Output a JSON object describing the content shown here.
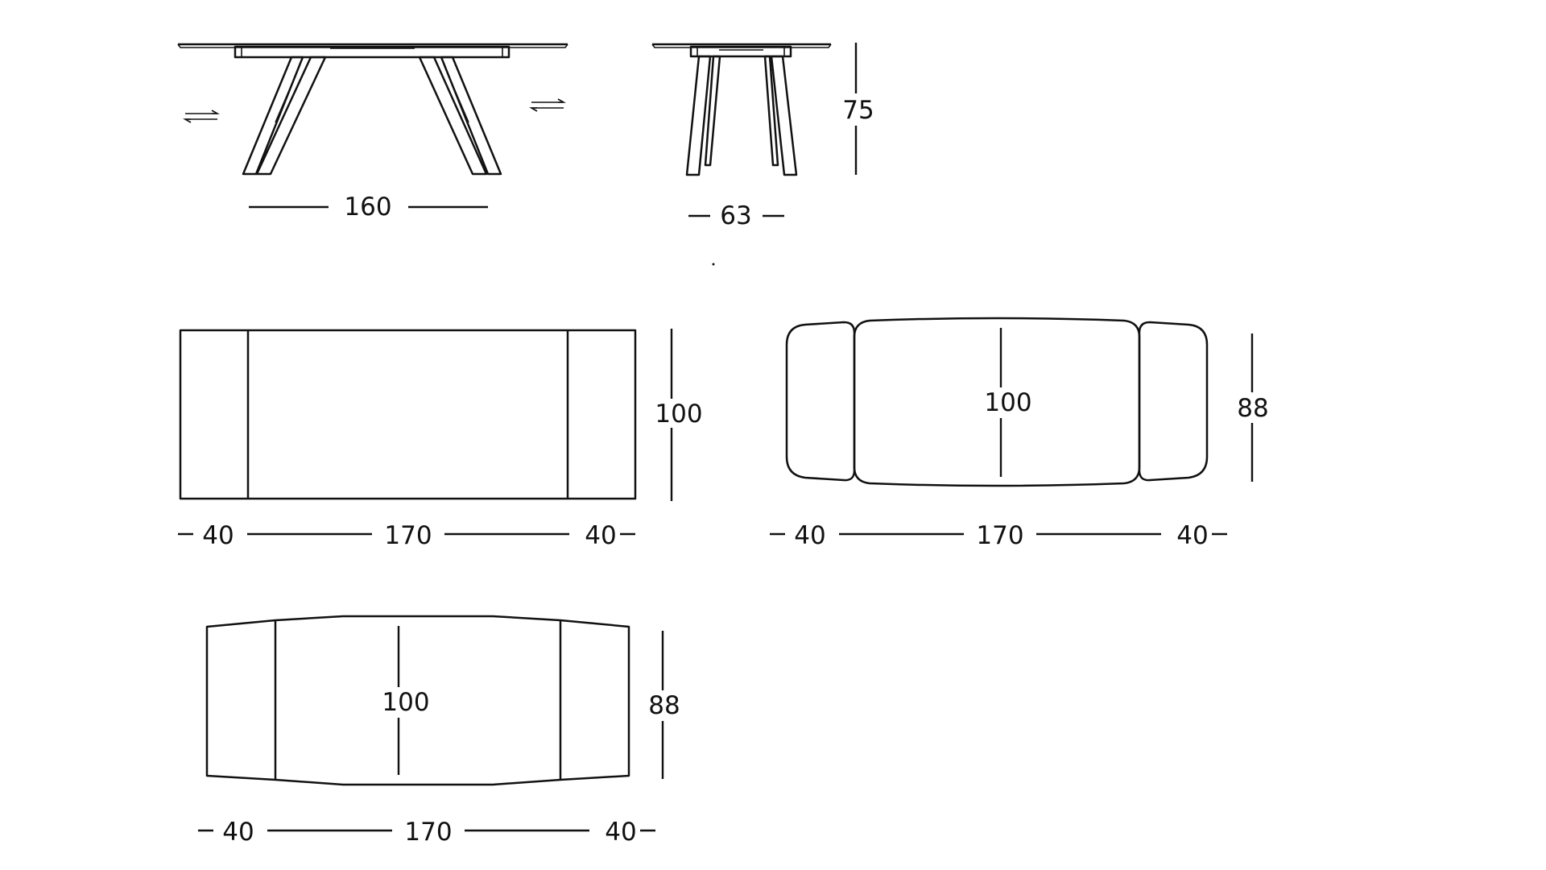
{
  "colors": {
    "line": "#111111",
    "background": "#ffffff"
  },
  "views": {
    "front_elevation": {
      "length": "160"
    },
    "side_elevation": {
      "depth": "63",
      "height": "75"
    },
    "plan_rectangular": {
      "left_extension": "40",
      "top_length": "170",
      "right_extension": "40",
      "width": "100"
    },
    "plan_rounded": {
      "left_extension": "40",
      "top_length": "170",
      "right_extension": "40",
      "center_width": "100",
      "end_width": "88"
    },
    "plan_faceted": {
      "left_extension": "40",
      "top_length": "170",
      "right_extension": "40",
      "center_width": "100",
      "end_width": "88"
    }
  },
  "icons": [
    "extension-arrows-icon"
  ]
}
